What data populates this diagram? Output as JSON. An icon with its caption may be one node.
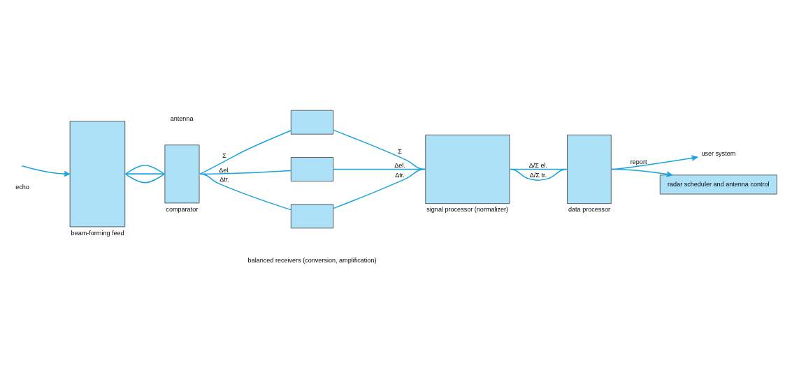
{
  "diagram": {
    "nodes": [
      {
        "text": [],
        "shape": "box",
        "beside": [
          "beam-forming feed"
        ]
      },
      {
        "text": [],
        "shape": "box",
        "beside": [
          "comparator"
        ]
      },
      {
        "text": [],
        "shape": "box"
      },
      {
        "text": [],
        "shape": "box"
      },
      {
        "text": [],
        "shape": "box"
      },
      {
        "text": [],
        "shape": "box",
        "beside": [
          "signal processor (normalizer)"
        ]
      },
      {
        "text": [],
        "shape": "box",
        "beside": [
          "data processor"
        ]
      },
      {
        "text": [
          "user system"
        ]
      },
      {
        "text": [
          "radar scheduler and antenna control"
        ]
      }
    ],
    "edges": [
      {
        "from": null,
        "to": 0,
        "arrow": "to"
      },
      {
        "from": 0,
        "to": 1,
        "arrow": "none"
      },
      {
        "from": 0,
        "to": 1,
        "arrow": "none"
      },
      {
        "from": 0,
        "to": 1,
        "arrow": "none"
      },
      {
        "from": 0,
        "to": 1,
        "arrow": "none"
      },
      {
        "from": 1,
        "to": 2,
        "arrow": "none",
        "label": "Σ"
      },
      {
        "from": 1,
        "to": 3,
        "arrow": "none",
        "label": "Δel."
      },
      {
        "from": 1,
        "to": 4,
        "arrow": "none",
        "label": "Δtr."
      },
      {
        "from": 2,
        "to": 5,
        "arrow": "none",
        "label": "Σ"
      },
      {
        "from": 3,
        "to": 5,
        "arrow": "none",
        "label": "Δel."
      },
      {
        "from": 4,
        "to": 5,
        "arrow": "none",
        "label": "Δtr."
      },
      {
        "from": 5,
        "to": 6,
        "arrow": "none",
        "label": "Δ/Σ el."
      },
      {
        "from": 5,
        "to": 6,
        "arrow": "none",
        "label": "Δ/Σ tr."
      },
      {
        "from": 6,
        "to": 7,
        "arrow": "to",
        "label": "report"
      },
      {
        "from": 6,
        "to": 8,
        "arrow": "to"
      }
    ],
    "labels": [
      "echo",
      "balanced receivers (conversion, amplification)",
      "antenna"
    ]
  }
}
